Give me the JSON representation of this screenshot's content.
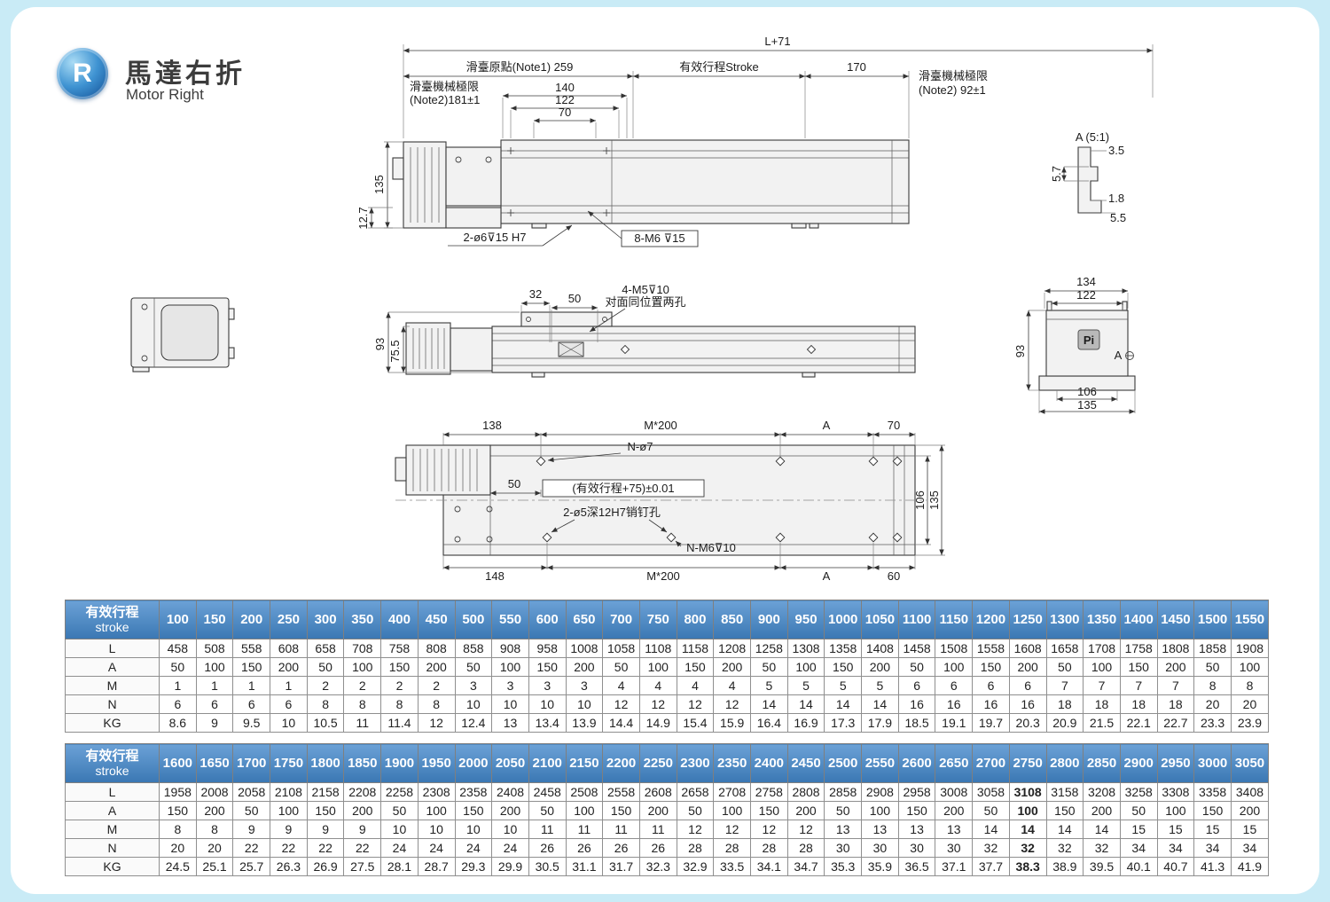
{
  "page": {
    "badge": "R",
    "title_zh": "馬達右折",
    "title_en": "Motor Right"
  },
  "drawing": {
    "top": {
      "l_plus_71": "L+71",
      "origin_259": "滑臺原點(Note1) 259",
      "stroke": "有效行程Stroke",
      "d170": "170",
      "limit_right_l1": "滑臺機械極限",
      "limit_right_l2": "(Note2) 92±1",
      "limit_left_l1": "滑臺機械極限",
      "limit_left_l2": "(Note2)181±1",
      "d140": "140",
      "d122": "122",
      "d70": "70",
      "d135": "135",
      "d12_7": "12.7",
      "hole_dowel": "2-ø6⊽15 H7",
      "hole_m6": "8-M6 ⊽15"
    },
    "detailA": {
      "title": "A (5:1)",
      "d3_5": "3.5",
      "d5_7": "5.7",
      "d1_8": "1.8",
      "d5_5": "5.5"
    },
    "middle": {
      "d32": "32",
      "d50": "50",
      "hole_m5": "4-M5⊽10",
      "hole_m5_note": "对面同位置两孔",
      "d93": "93",
      "d75_5": "75.5"
    },
    "end_view": {
      "d134": "134",
      "d122": "122",
      "d93": "93",
      "d106": "106",
      "d135": "135",
      "logo": "Pi",
      "detail_mark": "A"
    },
    "plan": {
      "d138": "138",
      "m200_top": "M*200",
      "a_top": "A",
      "d70": "70",
      "n_o7": "N-ø7",
      "d50": "50",
      "tol": "(有效行程+75)±0.01",
      "pin": "2-ø5深12H7销钉孔",
      "n_m6": "N-M6⊽10",
      "d148": "148",
      "m200_bot": "M*200",
      "a_bot": "A",
      "d60": "60",
      "d106": "106",
      "d135": "135"
    }
  },
  "table1": {
    "corner_zh": "有效行程",
    "corner_en": "stroke",
    "strokes": [
      "100",
      "150",
      "200",
      "250",
      "300",
      "350",
      "400",
      "450",
      "500",
      "550",
      "600",
      "650",
      "700",
      "750",
      "800",
      "850",
      "900",
      "950",
      "1000",
      "1050",
      "1100",
      "1150",
      "1200",
      "1250",
      "1300",
      "1350",
      "1400",
      "1450",
      "1500",
      "1550"
    ],
    "rows": [
      {
        "label": "L",
        "values": [
          "458",
          "508",
          "558",
          "608",
          "658",
          "708",
          "758",
          "808",
          "858",
          "908",
          "958",
          "1008",
          "1058",
          "1108",
          "1158",
          "1208",
          "1258",
          "1308",
          "1358",
          "1408",
          "1458",
          "1508",
          "1558",
          "1608",
          "1658",
          "1708",
          "1758",
          "1808",
          "1858",
          "1908"
        ]
      },
      {
        "label": "A",
        "values": [
          "50",
          "100",
          "150",
          "200",
          "50",
          "100",
          "150",
          "200",
          "50",
          "100",
          "150",
          "200",
          "50",
          "100",
          "150",
          "200",
          "50",
          "100",
          "150",
          "200",
          "50",
          "100",
          "150",
          "200",
          "50",
          "100",
          "150",
          "200",
          "50",
          "100"
        ]
      },
      {
        "label": "M",
        "values": [
          "1",
          "1",
          "1",
          "1",
          "2",
          "2",
          "2",
          "2",
          "3",
          "3",
          "3",
          "3",
          "4",
          "4",
          "4",
          "4",
          "5",
          "5",
          "5",
          "5",
          "6",
          "6",
          "6",
          "6",
          "7",
          "7",
          "7",
          "7",
          "8",
          "8"
        ]
      },
      {
        "label": "N",
        "values": [
          "6",
          "6",
          "6",
          "6",
          "8",
          "8",
          "8",
          "8",
          "10",
          "10",
          "10",
          "10",
          "12",
          "12",
          "12",
          "12",
          "14",
          "14",
          "14",
          "14",
          "16",
          "16",
          "16",
          "16",
          "18",
          "18",
          "18",
          "18",
          "20",
          "20"
        ]
      },
      {
        "label": "KG",
        "values": [
          "8.6",
          "9",
          "9.5",
          "10",
          "10.5",
          "11",
          "11.4",
          "12",
          "12.4",
          "13",
          "13.4",
          "13.9",
          "14.4",
          "14.9",
          "15.4",
          "15.9",
          "16.4",
          "16.9",
          "17.3",
          "17.9",
          "18.5",
          "19.1",
          "19.7",
          "20.3",
          "20.9",
          "21.5",
          "22.1",
          "22.7",
          "23.3",
          "23.9"
        ]
      }
    ]
  },
  "table2": {
    "corner_zh": "有效行程",
    "corner_en": "stroke",
    "highlight_stroke": "2750",
    "strokes": [
      "1600",
      "1650",
      "1700",
      "1750",
      "1800",
      "1850",
      "1900",
      "1950",
      "2000",
      "2050",
      "2100",
      "2150",
      "2200",
      "2250",
      "2300",
      "2350",
      "2400",
      "2450",
      "2500",
      "2550",
      "2600",
      "2650",
      "2700",
      "2750",
      "2800",
      "2850",
      "2900",
      "2950",
      "3000",
      "3050"
    ],
    "rows": [
      {
        "label": "L",
        "values": [
          "1958",
          "2008",
          "2058",
          "2108",
          "2158",
          "2208",
          "2258",
          "2308",
          "2358",
          "2408",
          "2458",
          "2508",
          "2558",
          "2608",
          "2658",
          "2708",
          "2758",
          "2808",
          "2858",
          "2908",
          "2958",
          "3008",
          "3058",
          "3108",
          "3158",
          "3208",
          "3258",
          "3308",
          "3358",
          "3408"
        ]
      },
      {
        "label": "A",
        "values": [
          "150",
          "200",
          "50",
          "100",
          "150",
          "200",
          "50",
          "100",
          "150",
          "200",
          "50",
          "100",
          "150",
          "200",
          "50",
          "100",
          "150",
          "200",
          "50",
          "100",
          "150",
          "200",
          "50",
          "100",
          "150",
          "200",
          "50",
          "100",
          "150",
          "200"
        ]
      },
      {
        "label": "M",
        "values": [
          "8",
          "8",
          "9",
          "9",
          "9",
          "9",
          "10",
          "10",
          "10",
          "10",
          "11",
          "11",
          "11",
          "11",
          "12",
          "12",
          "12",
          "12",
          "13",
          "13",
          "13",
          "13",
          "14",
          "14",
          "14",
          "14",
          "15",
          "15",
          "15",
          "15"
        ]
      },
      {
        "label": "N",
        "values": [
          "20",
          "20",
          "22",
          "22",
          "22",
          "22",
          "24",
          "24",
          "24",
          "24",
          "26",
          "26",
          "26",
          "26",
          "28",
          "28",
          "28",
          "28",
          "30",
          "30",
          "30",
          "30",
          "32",
          "32",
          "32",
          "32",
          "34",
          "34",
          "34",
          "34"
        ]
      },
      {
        "label": "KG",
        "values": [
          "24.5",
          "25.1",
          "25.7",
          "26.3",
          "26.9",
          "27.5",
          "28.1",
          "28.7",
          "29.3",
          "29.9",
          "30.5",
          "31.1",
          "31.7",
          "32.3",
          "32.9",
          "33.5",
          "34.1",
          "34.7",
          "35.3",
          "35.9",
          "36.5",
          "37.1",
          "37.7",
          "38.3",
          "38.9",
          "39.5",
          "40.1",
          "40.7",
          "41.3",
          "41.9"
        ]
      }
    ]
  }
}
